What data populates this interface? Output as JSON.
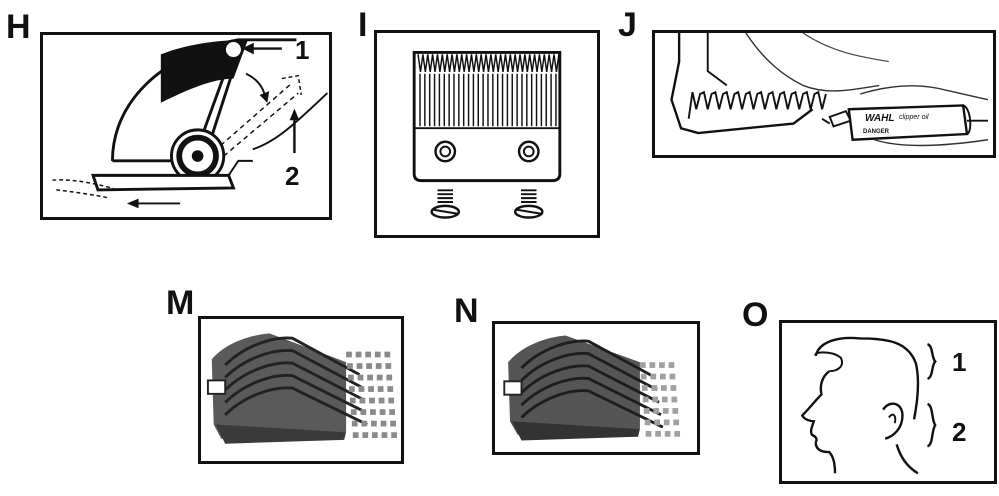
{
  "figures": [
    {
      "id": "H",
      "label": "H",
      "callouts": [
        "1",
        "2"
      ]
    },
    {
      "id": "I",
      "label": "I",
      "callouts": []
    },
    {
      "id": "J",
      "label": "J",
      "callouts": [],
      "tube_brand": "WAHL",
      "tube_script": "clipper oil",
      "tube_warning": "DANGER"
    },
    {
      "id": "M",
      "label": "M",
      "callouts": []
    },
    {
      "id": "N",
      "label": "N",
      "callouts": []
    },
    {
      "id": "O",
      "label": "O",
      "callouts": [
        "1",
        "2"
      ]
    }
  ],
  "colors": {
    "ink": "#111111",
    "gray": "#555555",
    "light": "#9a9a9a"
  }
}
